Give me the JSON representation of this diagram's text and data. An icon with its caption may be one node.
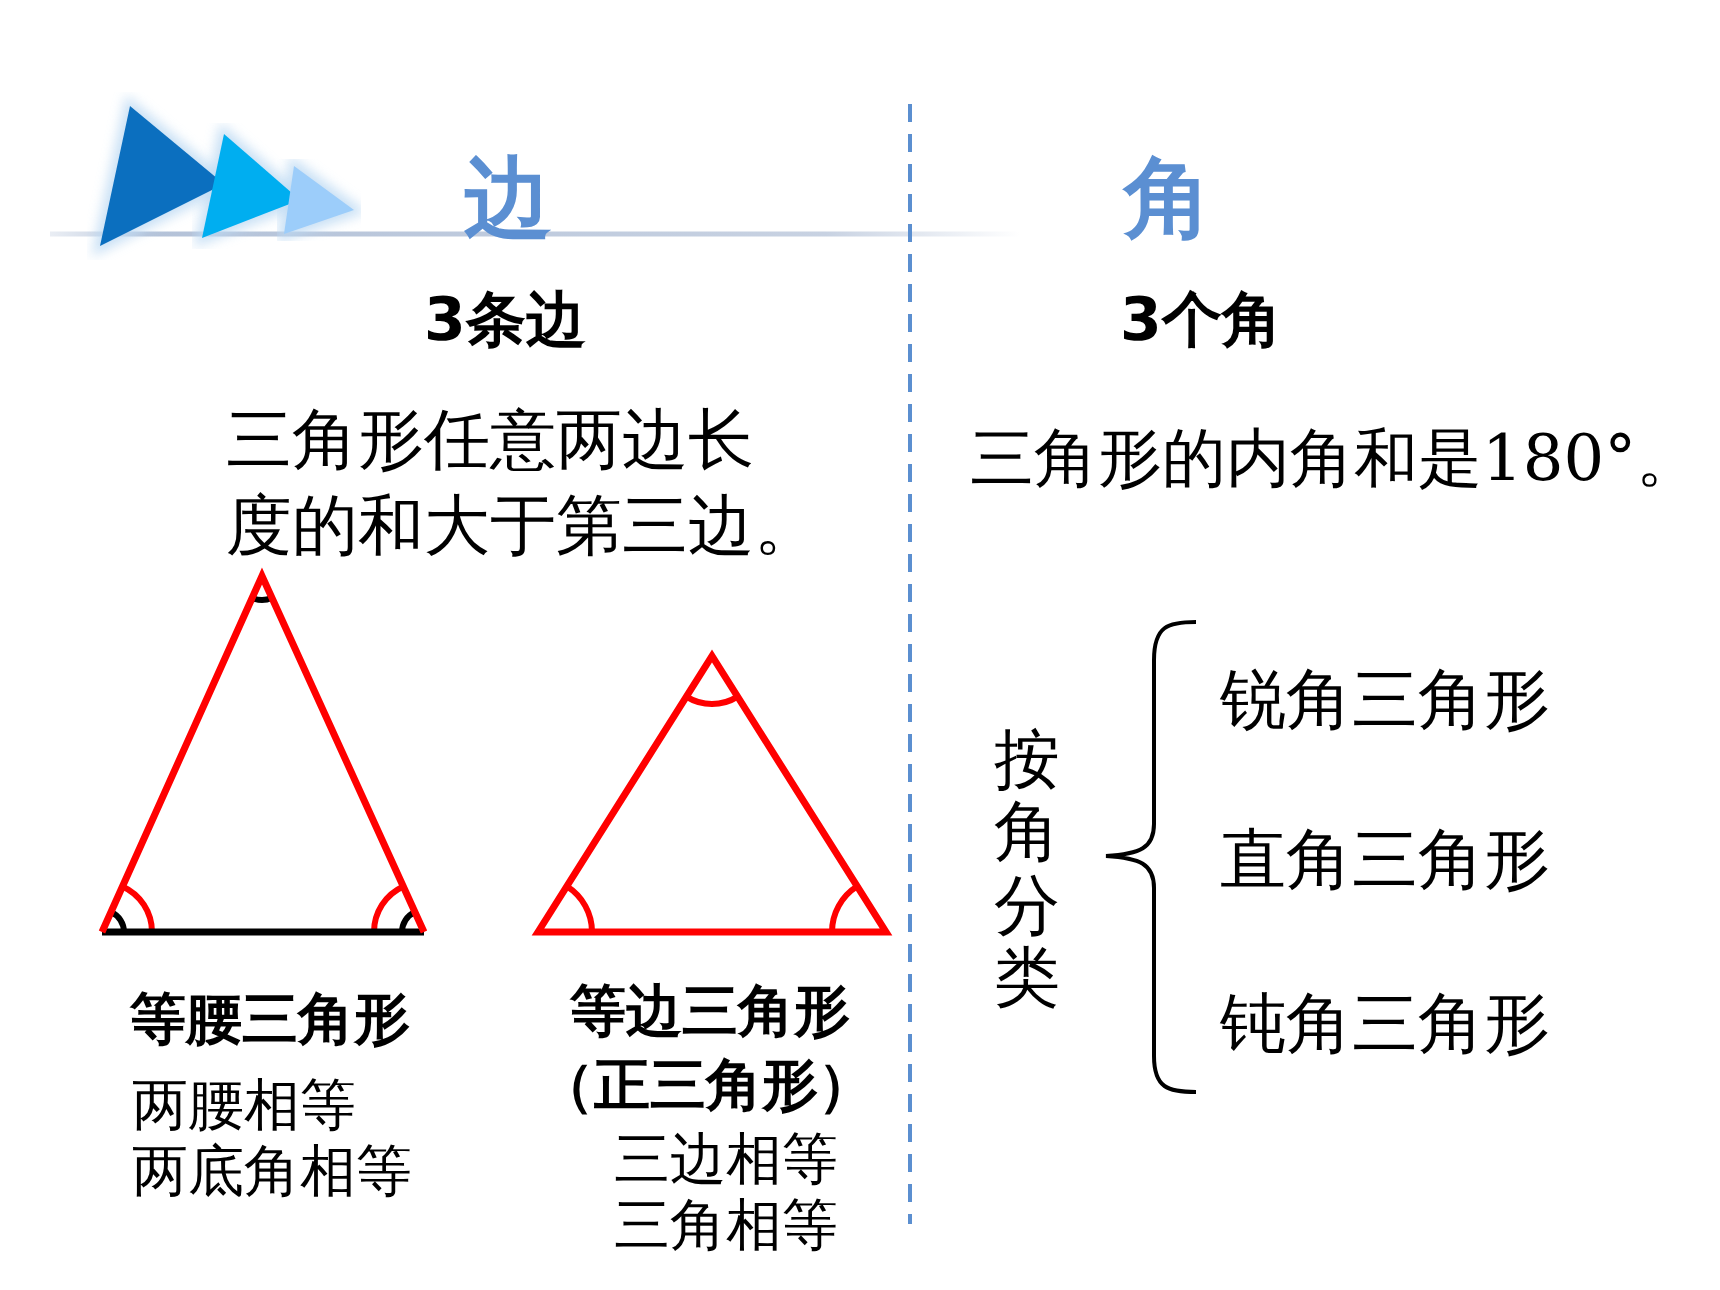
{
  "diagram": {
    "labels": [
      "边",
      "3条边",
      "三角形任意两边长度的和大于第三边。",
      "等腰三角形",
      "两腰相等",
      "两底角相等",
      "等边三角形",
      "（正三角形）",
      "三边相等",
      "三角相等",
      "角",
      "3个角",
      "三角形的内角和是180°。",
      "按角分类",
      "锐角三角形",
      "直角三角形",
      "钝角三角形"
    ]
  }
}
